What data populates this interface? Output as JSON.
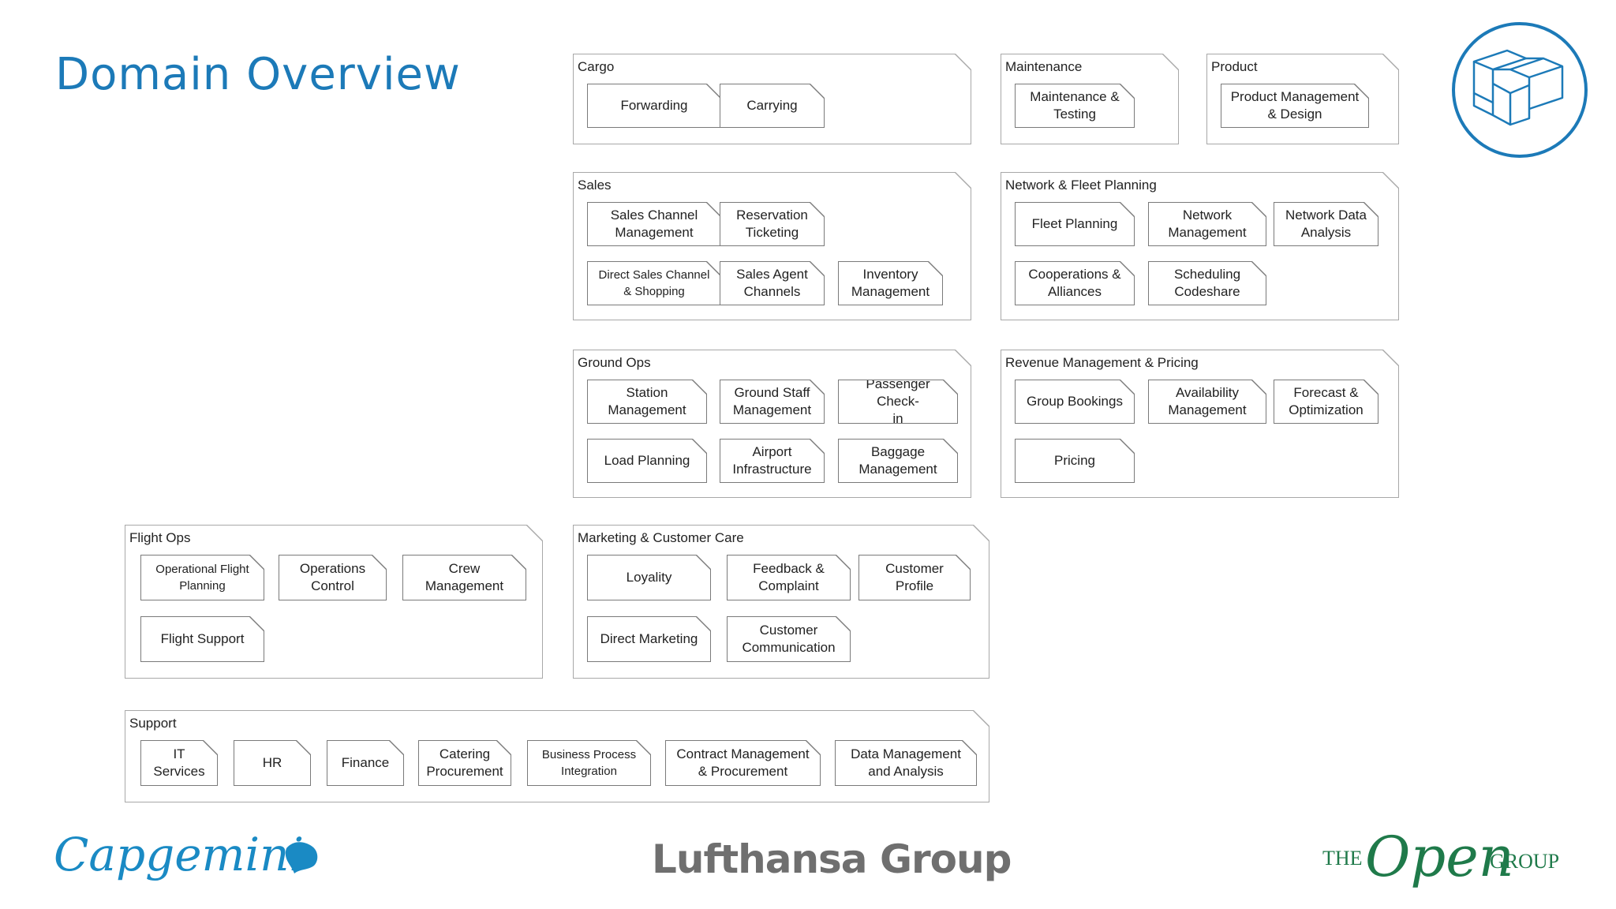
{
  "title": "Domain Overview",
  "colors": {
    "title": "#1c7ab8",
    "border": "#a8a8a8",
    "capability_border": "#7a7a7a",
    "capgemini": "#1a8ac4",
    "lufthansa": "#6f6f6f",
    "opengroup": "#1f7a4a"
  },
  "domains": [
    {
      "id": "cargo",
      "label": "Cargo",
      "capabilities": [
        "Forwarding",
        "Carrying"
      ]
    },
    {
      "id": "maintenance",
      "label": "Maintenance",
      "capabilities": [
        "Maintenance &\nTesting"
      ]
    },
    {
      "id": "product",
      "label": "Product",
      "capabilities": [
        "Product Management\n& Design"
      ]
    },
    {
      "id": "sales",
      "label": "Sales",
      "capabilities": [
        "Sales Channel\nManagement",
        "Reservation\nTicketing",
        "Direct Sales Channel\n& Shopping",
        "Sales Agent\nChannels",
        "Inventory\nManagement"
      ]
    },
    {
      "id": "network",
      "label": "Network & Fleet Planning",
      "capabilities": [
        "Fleet Planning",
        "Network\nManagement",
        "Network Data\nAnalysis",
        "Cooperations &\nAlliances",
        "Scheduling\nCodeshare"
      ]
    },
    {
      "id": "groundops",
      "label": "Ground Ops",
      "capabilities": [
        "Station\nManagement",
        "Ground Staff\nManagement",
        "Passenger Check-\nin",
        "Load Planning",
        "Airport\nInfrastructure",
        "Baggage\nManagement"
      ]
    },
    {
      "id": "revenue",
      "label": "Revenue Management & Pricing",
      "capabilities": [
        "Group Bookings",
        "Availability\nManagement",
        "Forecast &\nOptimization",
        "Pricing"
      ]
    },
    {
      "id": "flightops",
      "label": "Flight Ops",
      "capabilities": [
        "Operational Flight\nPlanning",
        "Operations\nControl",
        "Crew\nManagement",
        "Flight Support"
      ]
    },
    {
      "id": "marketing",
      "label": "Marketing & Customer Care",
      "capabilities": [
        "Loyality",
        "Feedback &\nComplaint",
        "Customer\nProfile",
        "Direct Marketing",
        "Customer\nCommunication"
      ]
    },
    {
      "id": "support",
      "label": "Support",
      "capabilities": [
        "IT Services",
        "HR",
        "Finance",
        "Catering\nProcurement",
        "Business Process\nIntegration",
        "Contract Management\n& Procurement",
        "Data Management\nand Analysis"
      ]
    }
  ],
  "logos": {
    "capgemini": "Capgemini",
    "lufthansa": "Lufthansa Group",
    "opengroup_the": "THE",
    "opengroup_open": "Open",
    "opengroup_group": "GROUP"
  },
  "icons": {
    "badge": "cubes-icon"
  }
}
